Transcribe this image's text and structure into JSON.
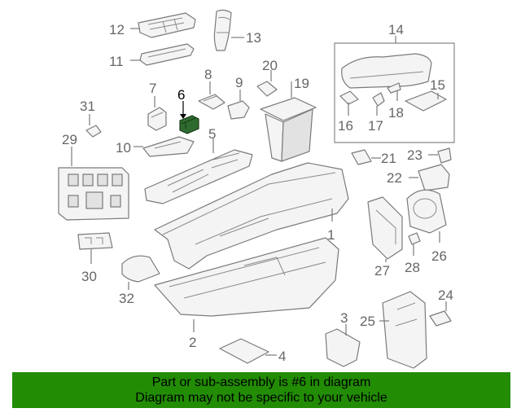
{
  "diagram": {
    "highlighted_part": "6",
    "callouts": [
      "1",
      "2",
      "3",
      "4",
      "5",
      "6",
      "7",
      "8",
      "9",
      "10",
      "11",
      "12",
      "13",
      "14",
      "15",
      "16",
      "17",
      "18",
      "19",
      "20",
      "21",
      "22",
      "23",
      "24",
      "25",
      "26",
      "27",
      "28",
      "29",
      "30",
      "31",
      "32"
    ]
  },
  "footer": {
    "line1": "Part or sub-assembly is #6 in diagram",
    "line2": "Diagram may not be specific to your vehicle",
    "color": "#218c04"
  },
  "colors": {
    "highlight": "#2e6b2e",
    "line": "#7a7a7a"
  }
}
